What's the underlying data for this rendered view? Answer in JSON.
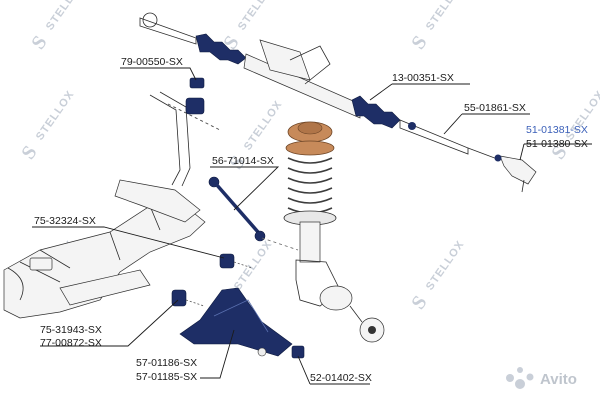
{
  "watermark": {
    "brand_text": "STELLOX",
    "s_mark": "S",
    "corner_logo": "Avito"
  },
  "colors": {
    "part_highlight": "#1e2e66",
    "label_primary": "#1b1b1b",
    "label_selected": "#3a5fb8",
    "coil_seat": "#c78a5a"
  },
  "parts": [
    {
      "number": "79-00550-SX",
      "name_icon": "stabilizer-bushing"
    },
    {
      "number": "13-00351-SX",
      "name_icon": "steering-boot"
    },
    {
      "number": "55-01861-SX",
      "name_icon": "tie-rod"
    },
    {
      "number": "51-01381-SX",
      "name_icon": "tie-rod-end-right",
      "selected": true
    },
    {
      "number": "51-01380-SX",
      "name_icon": "tie-rod-end-left"
    },
    {
      "number": "56-71014-SX",
      "name_icon": "stabilizer-link"
    },
    {
      "number": "75-32324-SX",
      "name_icon": "arm-bushing-rear"
    },
    {
      "number": "75-31943-SX",
      "name_icon": "arm-bushing-front"
    },
    {
      "number": "77-00872-SX",
      "name_icon": "arm-bushing-kit"
    },
    {
      "number": "57-01186-SX",
      "name_icon": "control-arm-right"
    },
    {
      "number": "57-01185-SX",
      "name_icon": "control-arm-left"
    },
    {
      "number": "52-01402-SX",
      "name_icon": "ball-joint"
    }
  ]
}
